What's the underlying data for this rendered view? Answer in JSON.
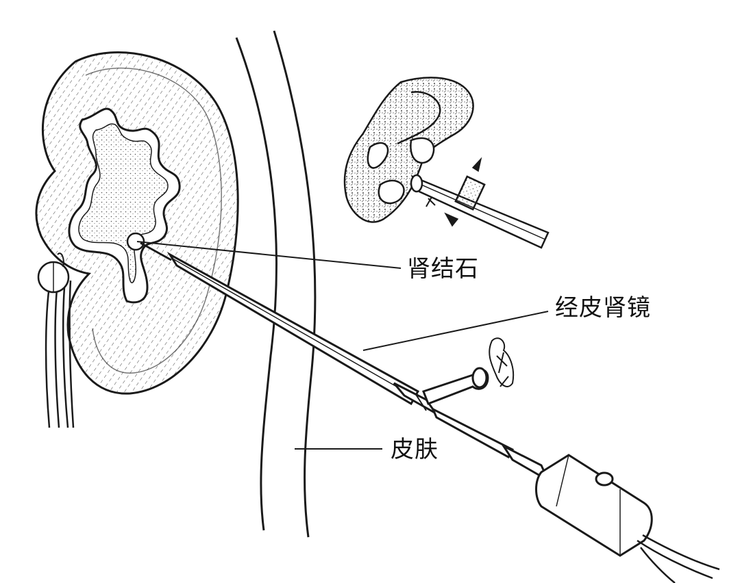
{
  "labels": {
    "kidney_stone": "肾结石",
    "nephroscope": "经皮肾镜",
    "skin": "皮肤"
  },
  "colors": {
    "ink": "#1a1a1a",
    "background": "#ffffff",
    "stipple": "#555555"
  }
}
